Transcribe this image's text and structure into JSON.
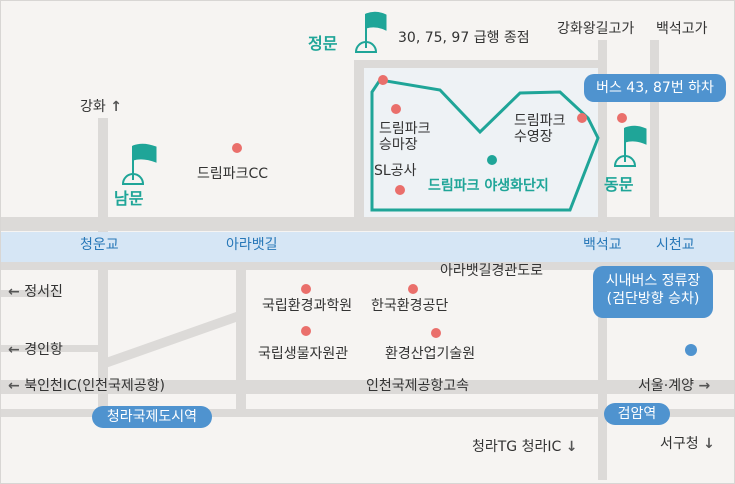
{
  "gates": {
    "main": "정문",
    "south": "남문",
    "east": "동문"
  },
  "park_name": "드림파크 야생화단지",
  "places": {
    "riding": "드림파크\n승마장",
    "pool": "드림파크\n수영장",
    "sl": "SL공사",
    "cc": "드림파크CC",
    "env_inst": "국립환경과학원",
    "env_corp": "한국환경공단",
    "bio_inst": "국립생물자원관",
    "industry": "환경산업기술원"
  },
  "road_labels": {
    "express_bus": "30, 75, 97 급행 종점",
    "ganghwa_wanggil": "강화왕길고가",
    "baekseok_overpass": "백석고가",
    "ganghwa": "강화",
    "arabaet_road": "아라뱃길경관도로",
    "seoseojin": "정서진",
    "gyeongin_port": "경인항",
    "north_incheon_ic": "북인천IC(인천국제공항)",
    "airport_expressway": "인천국제공항고속",
    "seoul_gyeyang": "서울·계양",
    "seogu_office": "서구청",
    "cheongna_tg": "청라TG 청라IC"
  },
  "river_labels": {
    "cheongungyo": "청운교",
    "arabaetgil": "아라뱃길",
    "baekseokgyo": "백석교",
    "sicheongyo": "시천교"
  },
  "badges": {
    "bus_drop": "버스 43, 87번 하차",
    "city_bus": "시내버스 정류장\n(검단방향 승차)"
  },
  "stations": {
    "cheongna": "청라국제도시역",
    "geomam": "검암역"
  },
  "colors": {
    "road": "#dcdad8",
    "river": "#d6e6f5",
    "park_outline": "#1fa598",
    "marker": "#ea6f6b",
    "badge": "#4f93cf"
  },
  "icons": [
    "flag-icon",
    "arrow-up-icon",
    "arrow-left-icon",
    "arrow-right-icon",
    "arrow-down-icon"
  ]
}
